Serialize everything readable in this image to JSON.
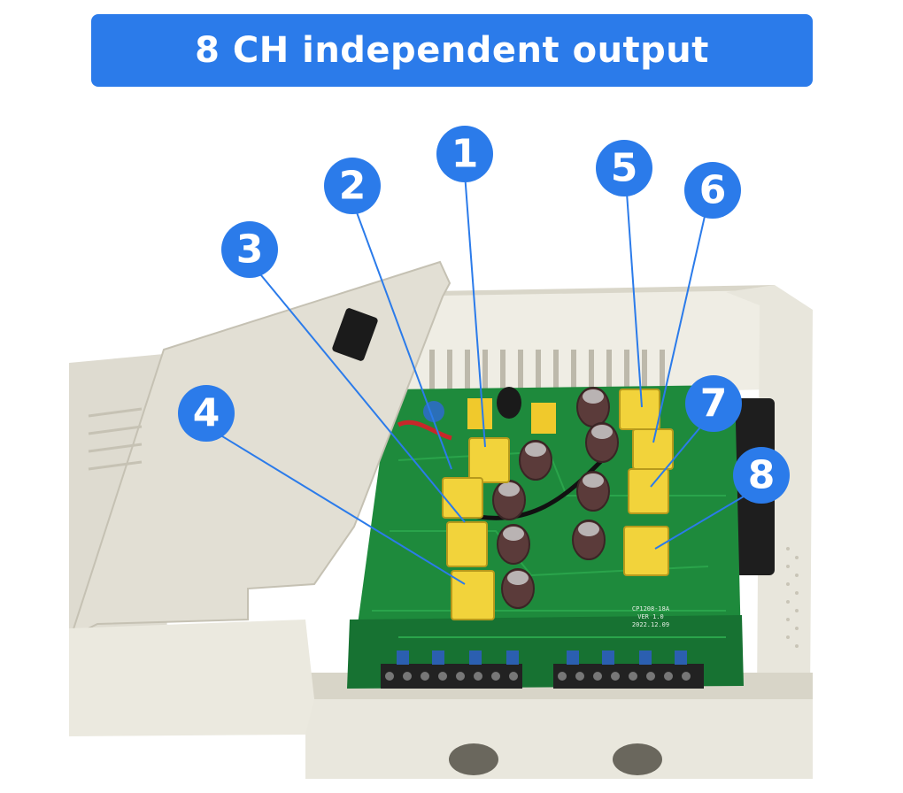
{
  "banner": {
    "title": "8 CH independent output",
    "color": "#2b7bea"
  },
  "pcb": {
    "model_label": "CP1208-18A",
    "version_label": "VER 1.0",
    "date_label": "2022.12.09"
  },
  "callouts": [
    {
      "number": "1"
    },
    {
      "number": "2"
    },
    {
      "number": "3"
    },
    {
      "number": "4"
    },
    {
      "number": "5"
    },
    {
      "number": "6"
    },
    {
      "number": "7"
    },
    {
      "number": "8"
    }
  ],
  "colors": {
    "badge": "#2b7bea",
    "pcb": "#1e8a3c",
    "enclosure": "#e5e2d6",
    "transformer": "#f2d33b"
  }
}
